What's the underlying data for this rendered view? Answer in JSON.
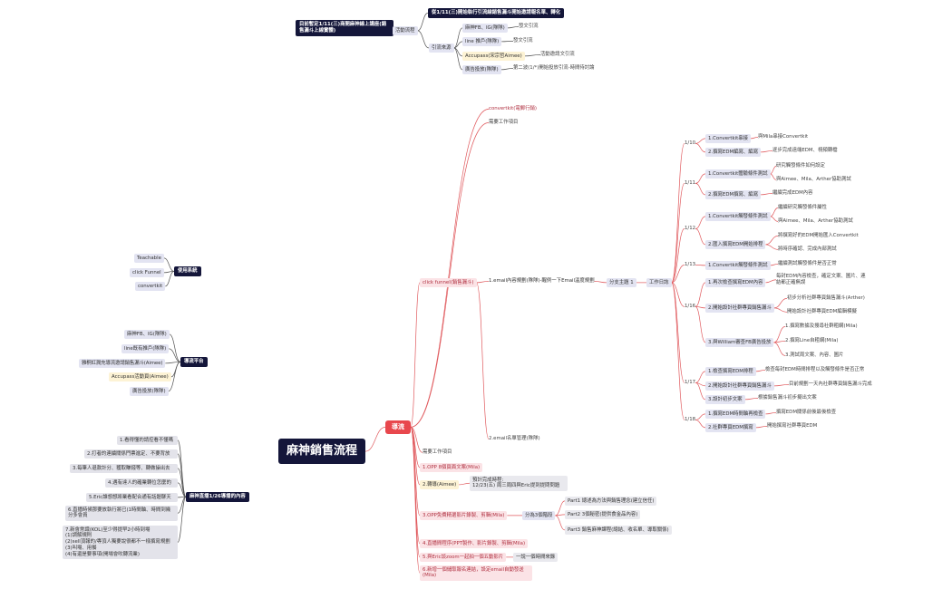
{
  "root": "麻神銷售流程",
  "center": "導流",
  "top": {
    "period": "目前暫定1/11(三)商開麻神線上講座(銷售漏斗上線實體)",
    "process": "活動流程",
    "p1": "從1/11(三)開始執行引流線銷售漏斗開始邀請報名單、轉化",
    "p2": "引流來源",
    "sources": [
      {
        "label": "麻神FB、IG(隊隊)",
        "child": "發文引流"
      },
      {
        "label": "line 推戶(隊隊)",
        "child": "發文引流"
      },
      {
        "label": "Accupass(宋宗哲Aimee)",
        "child": "活動邀請文引流"
      },
      {
        "label": "廣告投放(隊隊)",
        "child": "第二波(1/*)開始投放引流-時間待討論"
      }
    ]
  },
  "leftSystems": {
    "title": "使用系統",
    "items": [
      "Teachable",
      "click Funnel",
      "convertkit"
    ]
  },
  "leftPlatforms": {
    "title": "導流平台",
    "items": [
      "麻神FB、IG(隊隊)",
      "line既有推戶(隊隊)",
      "雅桐紅潤充導流邀請銷售漏斗(Aimee)",
      "Accupass活動頁(Aimee)",
      "廣告投放(隊隊)"
    ]
  },
  "leftLive": {
    "title": "麻神直播1/26導播的內容",
    "items": [
      "1.看得懂的請控看不懂嗎",
      "2.打者的連續關係門票進定、不要背放",
      "3.每筆人退款計分、獲取賺錢等、轉做操出去",
      "4.遇有達人的確業轉位怎麼的",
      "5.Eric誰想想將業看配合通有話題聊天",
      "6.直播時候那要放執行將已(1時間軸、時間到幾分多會員",
      "7.新會常識(KOL)至少得提早2小時到場\n(1)調解規則\n(2)sell頂報的/專頂人獨要說很都不一樣撰寫規劃\n(3)叫場、用餐\n(4)有還是要事項(開場會吹轉流業)"
    ]
  },
  "branches": {
    "b_convertkit": "convertkit(電郵行銷)",
    "b_other1": "需要工作項目",
    "b_funnel": "click funnel(銷售漏斗)",
    "email_plan": "1.email內容規劃(隊隊)-醒例一下Email溫度規劃",
    "division": "分支主題 1",
    "worklog": "工作日誌",
    "email_mgmt": "2.email名單管理(隊隊)",
    "b_other2": "需要工作項目",
    "opp1": "1.OPP 8個頁面文案(Mila)",
    "agent": "2.轉導(Aimee)",
    "agent_note": "預計完成時程:\n12/23(五) 周三周四與Eric提到提問問題",
    "opp3": "3.OPP免費精選影片錄製、剪輯(Mila)",
    "opp3_split": "分為3個階段",
    "parts": [
      "Part1 總述為方法與銷售理念(建立信任)",
      "Part2 3個秘密(提供食金品內容)",
      "Part3 銷售麻神課程(總結、收名單、導取關係)"
    ],
    "live4": "4.直播間程序(PPT製作、影片錄製、剪輯(Mila)",
    "meet5": "5.與Eric談zoom一起拍一個五動影片",
    "meet5_child": "一說一個時間來錄",
    "collect6": "6.新增一個儲取報名連結，設定email自動發送(Mila)"
  },
  "days": [
    {
      "day": "1/10",
      "tasks": [
        {
          "label": "1.Convertkit串接",
          "children": [
            "與Mila串接Convertkit"
          ]
        },
        {
          "label": "2.撰寫EDM編寫、編寫",
          "children": [
            "逐步完成遠端EDM、視頻轉檔"
          ]
        }
      ]
    },
    {
      "day": "1/11",
      "tasks": [
        {
          "label": "1.Convertkit體驗條件測試",
          "children": [
            "研究觸發條件如何設定",
            "與Aimee、Mila、Arther協助測試"
          ]
        },
        {
          "label": "2.撰寫EDM撰寫、編寫",
          "children": [
            "繼續完成EDM內容"
          ]
        }
      ]
    },
    {
      "day": "1/12",
      "tasks": [
        {
          "label": "1.Convertkit觸發條件測試",
          "children": [
            "繼續研究觸發條件屬性",
            "與Aimee、Mila、Arther協助測試"
          ]
        },
        {
          "label": "2.匯入撰寫EDM開始排程",
          "children": [
            "將撰寫好的EDM開始匯入Convertkit",
            "將時序確認、完成內部測試"
          ]
        }
      ]
    },
    {
      "day": "1/13",
      "tasks": [
        {
          "label": "1.Convertkit觸發條件測試",
          "children": [
            "繼續測試觸發條件是否正常"
          ]
        }
      ]
    },
    {
      "day": "1/16",
      "tasks": [
        {
          "label": "1.再次檢查撰寫EDM內容",
          "children": [
            "每封EDM內容檢查，確定文案、圖片、連結都正確無誤"
          ]
        },
        {
          "label": "2.開始設計社群專頁銷售漏斗",
          "children": [
            "初步分析社群專頁銷售漏斗(Arther)",
            "開始設計社群專頁EDM編輯模擬"
          ]
        },
        {
          "label": "3.與William審查FB廣告投放",
          "children": [
            "1.撰寫數據及搜尋社群粗網(Mila)",
            "2.撰寫Line自粗網(Mila)",
            "3.測試周文案、內容、圖片"
          ]
        }
      ]
    },
    {
      "day": "1/17",
      "tasks": [
        {
          "label": "1.檢查撰寫EDM排程",
          "children": [
            "檢查每封EDM時間排程以及觸發條件是否正常"
          ]
        },
        {
          "label": "2.開始設計社群專頁銷售漏斗",
          "children": [
            "目前規劃一天內社群專頁銷售漏斗完成"
          ]
        },
        {
          "label": "3.設計初步文案",
          "children": [
            "根據銷售漏斗初步擬出文案"
          ]
        }
      ]
    },
    {
      "day": "1/18",
      "tasks": [
        {
          "label": "1.撰寫EDM時間軸再檢查",
          "children": [
            "撰寫EDM關係前後最後檢查"
          ]
        },
        {
          "label": "2.社群專頁EDM撰寫",
          "children": [
            "開始撰寫社群專頁EDM"
          ]
        }
      ]
    }
  ]
}
